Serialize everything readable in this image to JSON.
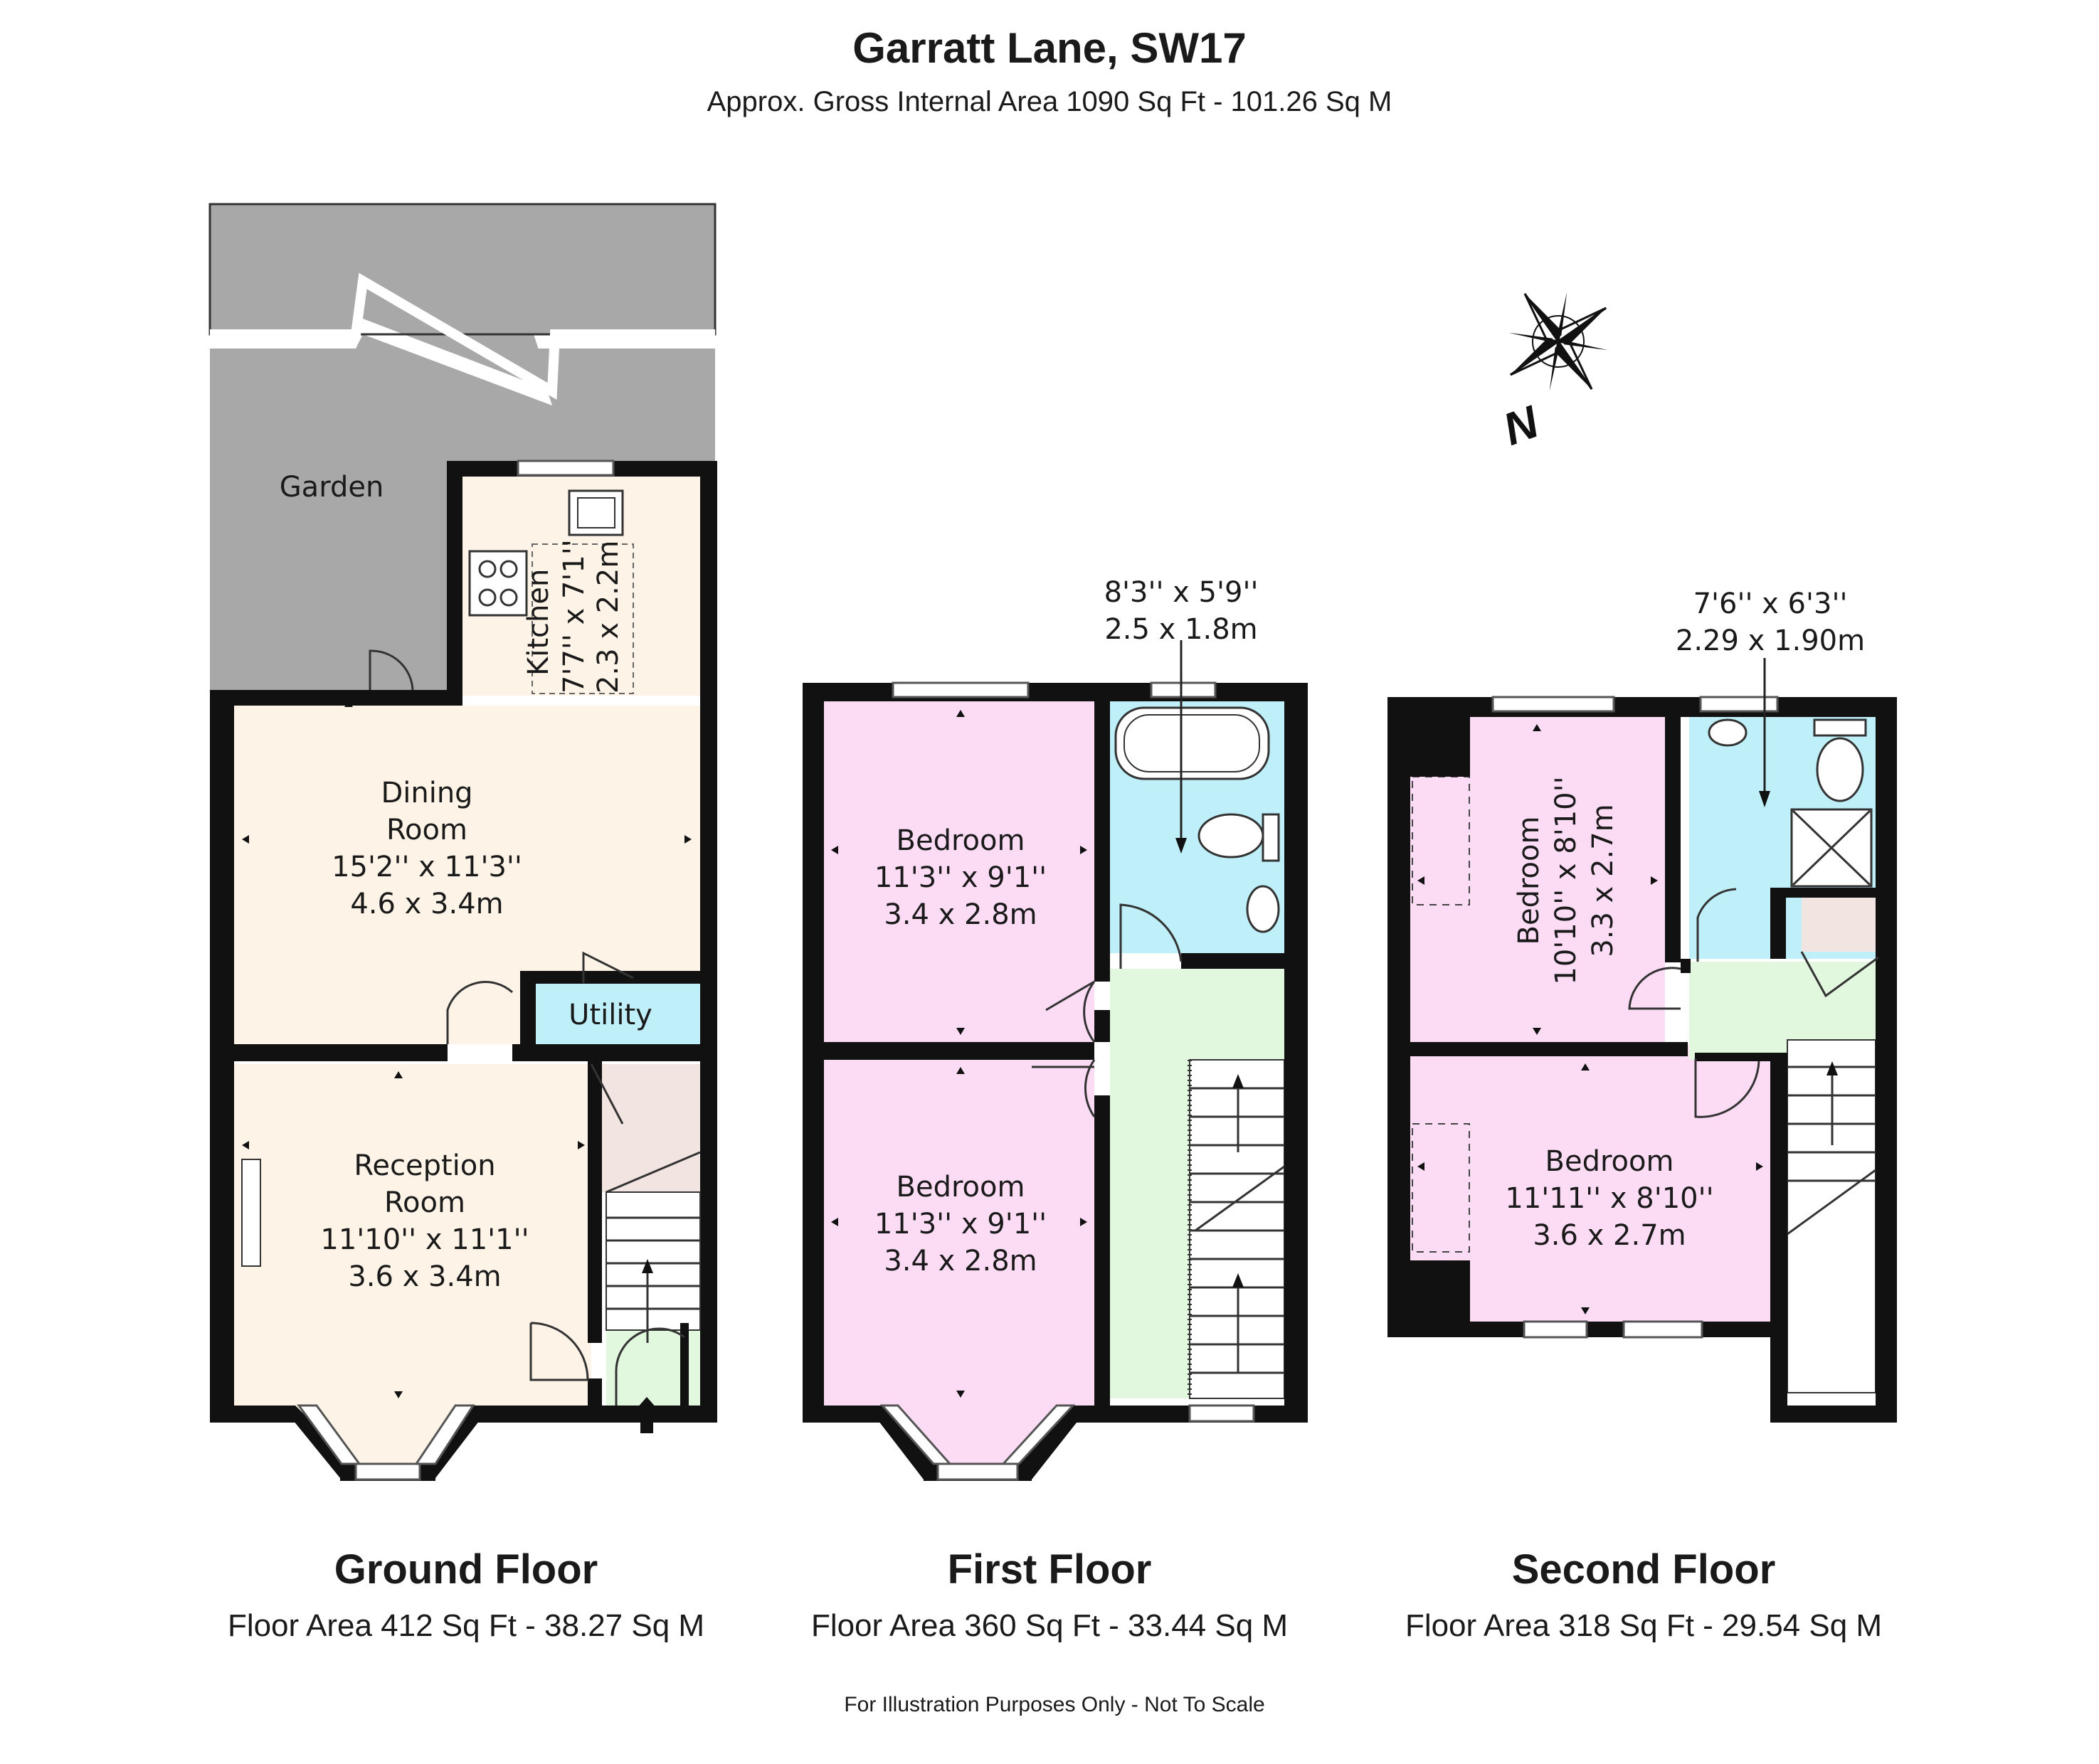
{
  "header": {
    "title": "Garratt Lane, SW17",
    "subtitle": "Approx. Gross Internal Area 1090 Sq Ft - 101.26 Sq M"
  },
  "colors": {
    "garden": "#a8a8a8",
    "living": "#fdf3e6",
    "bedroom": "#fcdcf4",
    "bathroom": "#bfeff8",
    "landing": "#e2f8de",
    "store": "#f2e4e0",
    "wall": "#111111"
  },
  "compass": {
    "label": "N"
  },
  "ground_floor": {
    "title": "Ground Floor",
    "area": "Floor Area 412 Sq Ft - 38.27 Sq M",
    "garden": "Garden",
    "kitchen": {
      "name": "Kitchen",
      "imperial": "7'7'' x 7'1''",
      "metric": "2.3 x 2.2m"
    },
    "dining": {
      "line1": "Dining",
      "line2": "Room",
      "imperial": "15'2'' x 11'3''",
      "metric": "4.6 x 3.4m"
    },
    "utility": "Utility",
    "reception": {
      "line1": "Reception",
      "line2": "Room",
      "imperial": "11'10'' x 11'1''",
      "metric": "3.6 x 3.4m"
    }
  },
  "first_floor": {
    "title": "First Floor",
    "area": "Floor Area 360 Sq Ft - 33.44 Sq M",
    "bathroom": {
      "imperial": "8'3'' x 5'9''",
      "metric": "2.5 x 1.8m"
    },
    "bedroom_top": {
      "name": "Bedroom",
      "imperial": "11'3'' x 9'1''",
      "metric": "3.4 x 2.8m"
    },
    "bedroom_bottom": {
      "name": "Bedroom",
      "imperial": "11'3'' x 9'1''",
      "metric": "3.4 x 2.8m"
    }
  },
  "second_floor": {
    "title": "Second Floor",
    "area": "Floor Area 318 Sq Ft - 29.54 Sq M",
    "shower": {
      "imperial": "7'6'' x 6'3''",
      "metric": "2.29 x 1.90m"
    },
    "bedroom_top": {
      "name": "Bedroom",
      "imperial": "10'10'' x 8'10''",
      "metric": "3.3 x 2.7m"
    },
    "bedroom_bottom": {
      "name": "Bedroom",
      "imperial": "11'11'' x 8'10''",
      "metric": "3.6 x 2.7m"
    }
  },
  "footer": "For Illustration Purposes Only - Not To Scale"
}
